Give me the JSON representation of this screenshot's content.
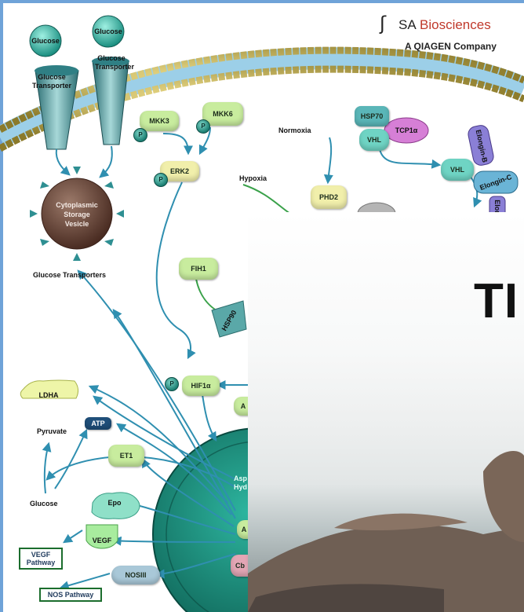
{
  "logo": {
    "mark": "ʃ",
    "brand_part1": "SA",
    "brand_part2": "Biosciences",
    "subtitle": "A QIAGEN Company"
  },
  "labels": {
    "glucose_1": "Glucose",
    "glucose_2": "Glucose",
    "glucose_transporter_1_l1": "Glucose",
    "glucose_transporter_1_l2": "Transporter",
    "glucose_transporter_2_l1": "Glucose",
    "glucose_transporter_2_l2": "Transporter",
    "vesicle_l1": "Cytoplasmic",
    "vesicle_l2": "Storage",
    "vesicle_l3": "Vesicle",
    "glucose_transporters": "Glucose Transporters",
    "mkk3": "MKK3",
    "mkk6": "MKK6",
    "erk2": "ERK2",
    "normoxia": "Normoxia",
    "hypoxia": "Hypoxia",
    "phd2": "PHD2",
    "hsp70": "HSP70",
    "tcp1a": "TCP1α",
    "vhl_1": "VHL",
    "vhl_2": "VHL",
    "elongin_b": "Elongin-B",
    "elongin_c": "Elongin-C",
    "elongin_partial": "Elon",
    "fih1": "FIH1",
    "hsp90": "HSP90",
    "hif1a": "HIF1α",
    "ldha": "LDHA",
    "pyruvate": "Pyruvate",
    "atp": "ATP",
    "et1": "ET1",
    "glucose_3": "Glucose",
    "epo": "Epo",
    "vegf": "VEGF",
    "vegf_pathway_l1": "VEGF",
    "vegf_pathway_l2": "Pathway",
    "nosiii": "NOSIII",
    "nos_pathway": "NOS Pathway",
    "p": "P",
    "partial_a": "A",
    "partial_asp_l1": "Asp",
    "partial_asp_l2": "Hyd",
    "partial_a2": "A",
    "partial_cb": "Cb"
  },
  "overlay": {
    "title_fragment": "TI"
  },
  "colors": {
    "membrane_head": "#b8a34b",
    "membrane_tail": "#7db7d6",
    "nucleus": "#1e8474",
    "arrow": "#2f8fb0",
    "green_pill": "#c8ec9e",
    "teal_pill": "#6fd4c4",
    "boxed_label_border": "#1b6d2d"
  }
}
